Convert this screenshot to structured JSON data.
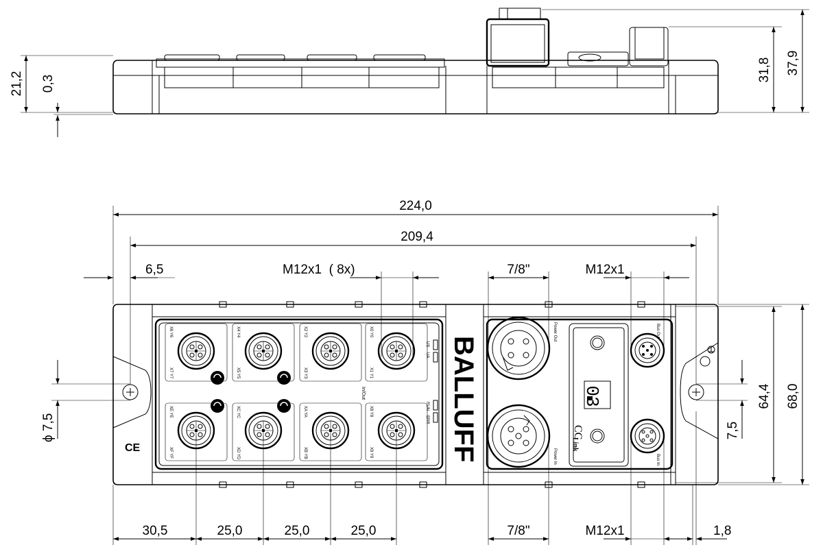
{
  "dimensions": {
    "total_length": "224,0",
    "hole_spacing": "209,4",
    "hole_offset": "6,5",
    "m12_ports": "M12x1  ( 8x)",
    "power_top": "7/8\"",
    "bus_top": "M12x1",
    "power_bottom": "7/8\"",
    "bus_bottom": "M12x1",
    "pitch_first": "30,5",
    "pitch_1": "25,0",
    "pitch_2": "25,0",
    "pitch_3": "25,0",
    "edge_right": "1,8",
    "width_inner": "64,4",
    "width_total": "68,0",
    "hole_y": "7,5",
    "hole_diameter": "ϕ 7,5",
    "side_height_base": "21,2",
    "side_gap": "0,3",
    "side_height_connector": "31,8",
    "side_height_total": "37,9"
  },
  "module": {
    "brand": "BALLUFF",
    "inout_label": "In/Out",
    "display_value": "03",
    "cc_logo": "CC",
    "cc_link": "Link",
    "ce_mark": "CE",
    "led_us": "US",
    "led_ua": "UA",
    "led_run": "RUN",
    "led_err": "ERR",
    "power_out": "Power Out",
    "power_in": "Power In",
    "bus_out": "Bus Out",
    "bus_in": "Bus In",
    "port_labels_top": [
      {
        "x": "X6",
        "y": "Y6",
        "x2": "X7",
        "y2": "Y7"
      },
      {
        "x": "X4",
        "y": "Y4",
        "x2": "X5",
        "y2": "Y5"
      },
      {
        "x": "X2",
        "y": "Y2",
        "x2": "X3",
        "y2": "Y3"
      },
      {
        "x": "X0",
        "y": "Y0",
        "x2": "X1",
        "y2": "Y1"
      }
    ],
    "port_labels_bottom": [
      {
        "x": "XE",
        "y": "YE",
        "x2": "XF",
        "y2": "YF"
      },
      {
        "x": "XC",
        "y": "YC",
        "x2": "XD",
        "y2": "YD"
      },
      {
        "x": "XA",
        "y": "YA",
        "x2": "XB",
        "y2": "YB"
      },
      {
        "x": "X8",
        "y": "Y8",
        "x2": "X9",
        "y2": "Y9"
      }
    ]
  }
}
